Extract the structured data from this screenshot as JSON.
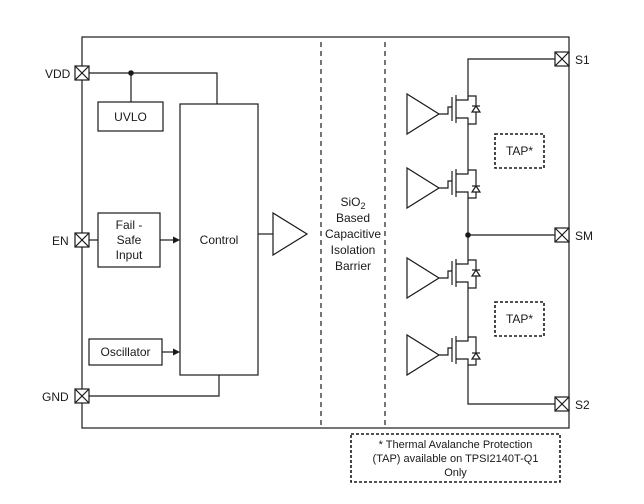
{
  "pins": {
    "vdd": "VDD",
    "en": "EN",
    "gnd": "GND",
    "s1": "S1",
    "sm": "SM",
    "s2": "S2"
  },
  "blocks": {
    "uvlo": "UVLO",
    "failsafe": [
      "Fail -",
      "Safe",
      "Input"
    ],
    "oscillator": "Oscillator",
    "control": "Control"
  },
  "barrier": {
    "line1": "SiO",
    "line1_sub": "2",
    "line2": "Based",
    "line3": "Capacitive",
    "line4": "Isolation",
    "line5": "Barrier"
  },
  "tap": {
    "upper": "TAP*",
    "lower": "TAP*"
  },
  "footnote": [
    "* Thermal Avalanche Protection",
    "(TAP) available on TPSI2140T-Q1",
    "Only"
  ]
}
